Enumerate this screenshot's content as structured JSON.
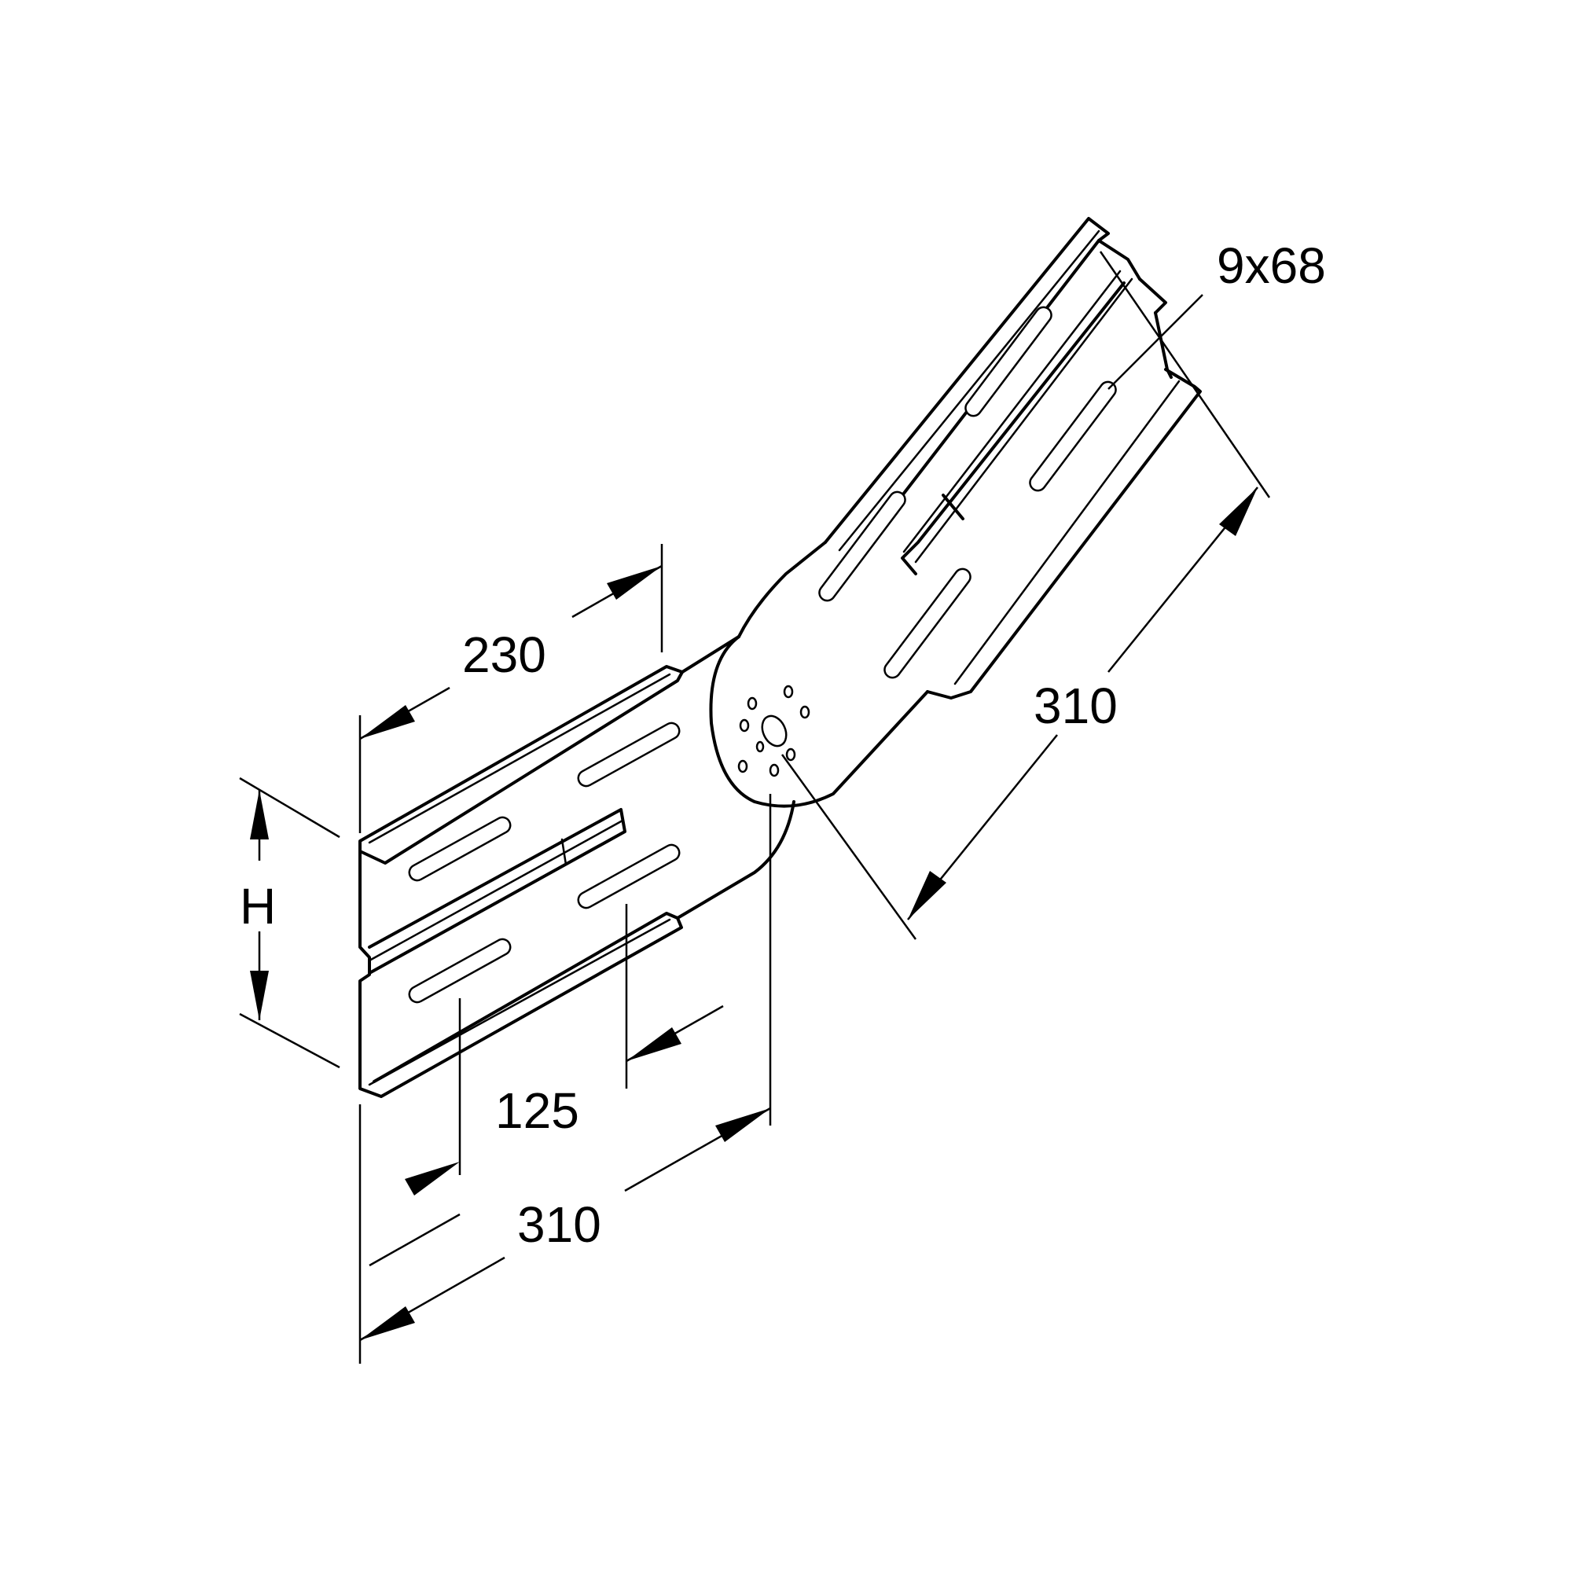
{
  "dimensions": {
    "width_top": "230",
    "height": "H",
    "slot_offset": "125",
    "length_bottom": "310",
    "length_right": "310",
    "slot_size": "9x68"
  }
}
